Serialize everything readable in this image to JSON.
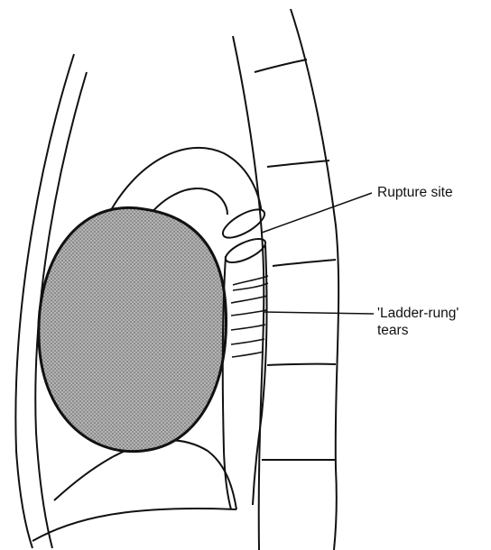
{
  "labels": {
    "rupture_site": "Rupture site",
    "ladder_line1": "'Ladder-rung'",
    "ladder_line2": "tears"
  },
  "colors": {
    "ink": "#111111",
    "heart_fill": "#9a9a9a",
    "background": "#ffffff"
  }
}
